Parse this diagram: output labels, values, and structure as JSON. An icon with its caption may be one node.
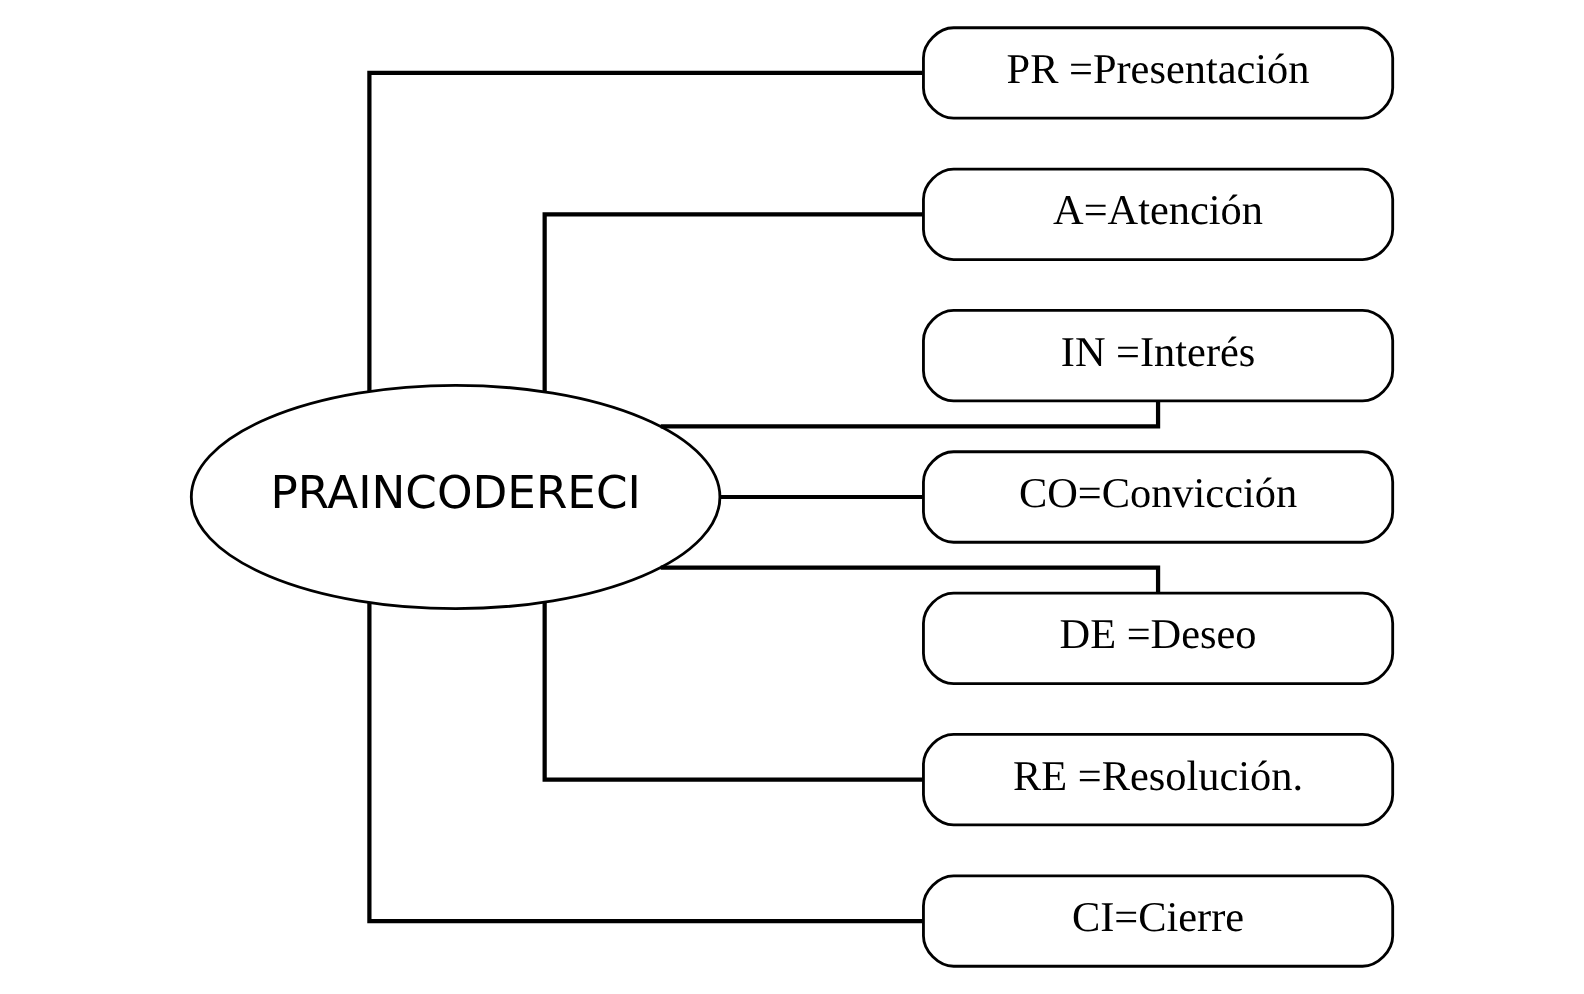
{
  "diagram": {
    "nodes": [
      {
        "text": [
          "PRAINCODERECI"
        ]
      },
      {
        "text": [
          "PR =Presentación"
        ]
      },
      {
        "text": [
          "A=Atención"
        ]
      },
      {
        "text": [
          "IN =Interés"
        ]
      },
      {
        "text": [
          "CO=Convicción"
        ]
      },
      {
        "text": [
          "DE =Deseo"
        ]
      },
      {
        "text": [
          "RE =Resolución."
        ]
      },
      {
        "text": [
          "CI=Cierre"
        ]
      }
    ],
    "edges": [
      {
        "from": 0,
        "to": 1,
        "arrow": "none"
      },
      {
        "from": 0,
        "to": 2,
        "arrow": "none"
      },
      {
        "from": 0,
        "to": 3,
        "arrow": "none"
      },
      {
        "from": 0,
        "to": 4,
        "arrow": "none"
      },
      {
        "from": 0,
        "to": 5,
        "arrow": "none"
      },
      {
        "from": 0,
        "to": 6,
        "arrow": "none"
      },
      {
        "from": 0,
        "to": 7,
        "arrow": "none"
      }
    ]
  }
}
